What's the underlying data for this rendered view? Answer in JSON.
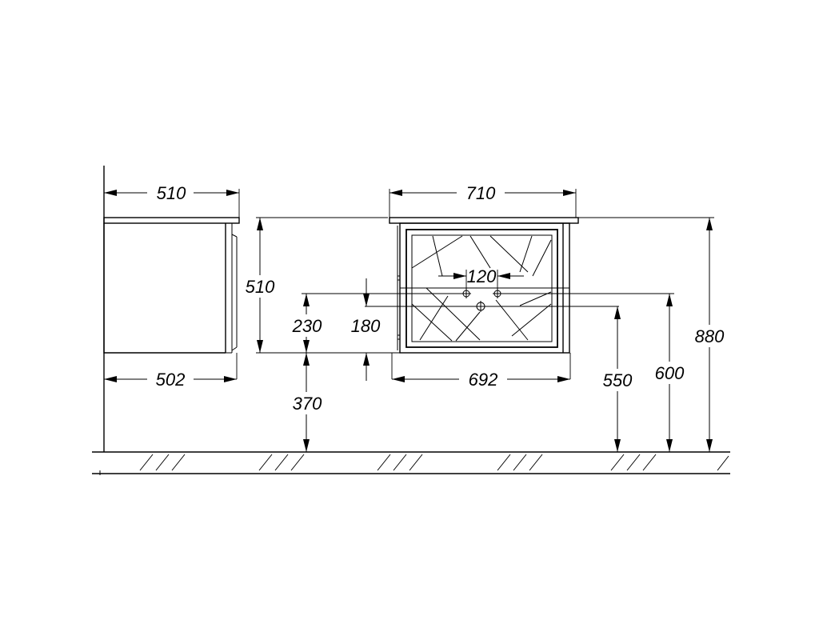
{
  "dimensions": {
    "side_top_width": "510",
    "side_bottom_width": "502",
    "side_height": "510",
    "front_top_width": "710",
    "front_bottom_width": "692",
    "tap_spacing": "120",
    "tap_offset": "230",
    "drain_offset": "180",
    "floor_to_bottom": "370",
    "floor_to_drain": "550",
    "floor_to_taps": "600",
    "total_height": "880"
  }
}
